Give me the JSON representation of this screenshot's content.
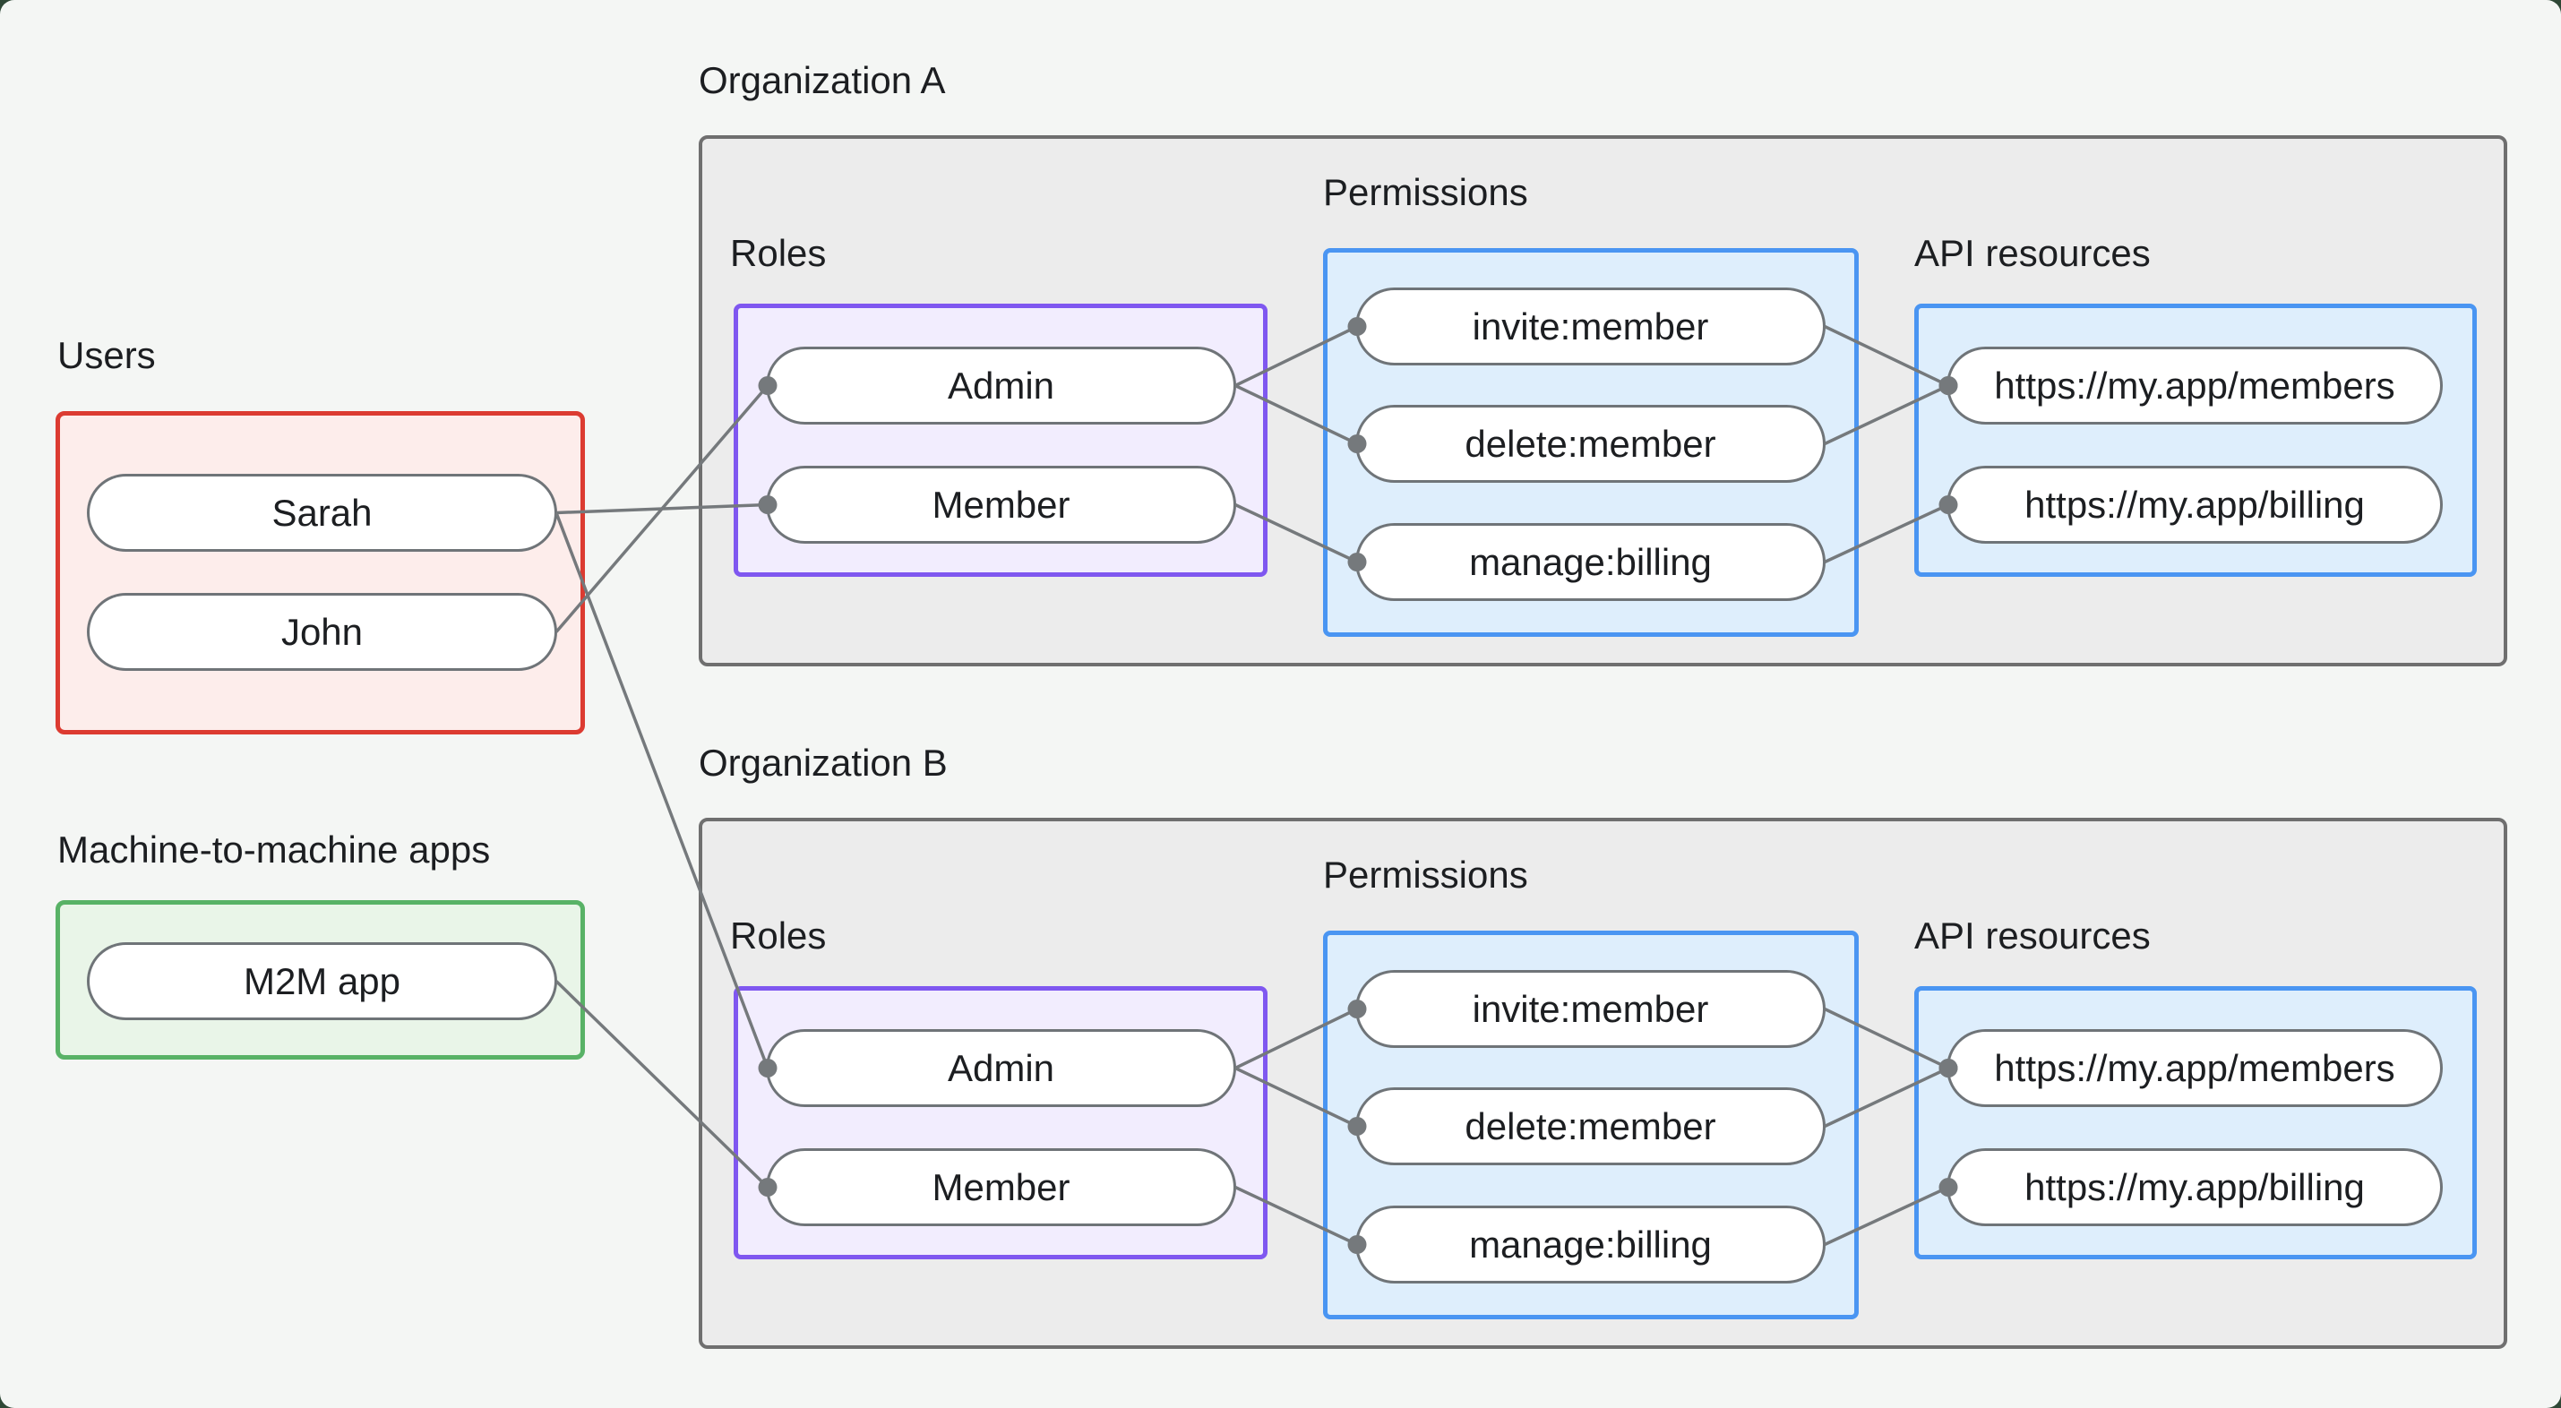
{
  "diagram": {
    "users": {
      "label": "Users",
      "nodes": [
        {
          "id": "sarah",
          "label": "Sarah"
        },
        {
          "id": "john",
          "label": "John"
        }
      ]
    },
    "m2m": {
      "label": "Machine-to-machine apps",
      "nodes": [
        {
          "id": "m2m-app",
          "label": "M2M app"
        }
      ]
    },
    "orgs": [
      {
        "label": "Organization A",
        "roles": {
          "label": "Roles",
          "nodes": [
            {
              "id": "org-a-admin",
              "label": "Admin"
            },
            {
              "id": "org-a-member",
              "label": "Member"
            }
          ]
        },
        "permissions": {
          "label": "Permissions",
          "nodes": [
            {
              "id": "org-a-invite",
              "label": "invite:member"
            },
            {
              "id": "org-a-delete",
              "label": "delete:member"
            },
            {
              "id": "org-a-manage",
              "label": "manage:billing"
            }
          ]
        },
        "api_resources": {
          "label": "API resources",
          "nodes": [
            {
              "id": "org-a-members",
              "label": "https://my.app/members"
            },
            {
              "id": "org-a-billing",
              "label": "https://my.app/billing"
            }
          ]
        }
      },
      {
        "label": "Organization B",
        "roles": {
          "label": "Roles",
          "nodes": [
            {
              "id": "org-b-admin",
              "label": "Admin"
            },
            {
              "id": "org-b-member",
              "label": "Member"
            }
          ]
        },
        "permissions": {
          "label": "Permissions",
          "nodes": [
            {
              "id": "org-b-invite",
              "label": "invite:member"
            },
            {
              "id": "org-b-delete",
              "label": "delete:member"
            },
            {
              "id": "org-b-manage",
              "label": "manage:billing"
            }
          ]
        },
        "api_resources": {
          "label": "API resources",
          "nodes": [
            {
              "id": "org-b-members",
              "label": "https://my.app/members"
            },
            {
              "id": "org-b-billing",
              "label": "https://my.app/billing"
            }
          ]
        }
      }
    ],
    "edges": [
      [
        "sarah",
        "org-a-member"
      ],
      [
        "john",
        "org-a-admin"
      ],
      [
        "sarah",
        "org-b-admin"
      ],
      [
        "m2m-app",
        "org-b-member"
      ],
      [
        "org-a-admin",
        "org-a-invite"
      ],
      [
        "org-a-admin",
        "org-a-delete"
      ],
      [
        "org-a-member",
        "org-a-manage"
      ],
      [
        "org-a-invite",
        "org-a-members"
      ],
      [
        "org-a-delete",
        "org-a-members"
      ],
      [
        "org-a-manage",
        "org-a-billing"
      ],
      [
        "org-b-admin",
        "org-b-invite"
      ],
      [
        "org-b-admin",
        "org-b-delete"
      ],
      [
        "org-b-member",
        "org-b-manage"
      ],
      [
        "org-b-invite",
        "org-b-members"
      ],
      [
        "org-b-delete",
        "org-b-members"
      ],
      [
        "org-b-manage",
        "org-b-billing"
      ]
    ]
  },
  "colors": {
    "bg": "#f4f6f4",
    "corner_bg": "#2f4836",
    "text": "#1c1e21",
    "org_fill": "#ececec",
    "org_border": "#6f6f6f",
    "users_fill": "#fdedeb",
    "users_border": "#dc3b31",
    "m2m_fill": "#e9f5e8",
    "m2m_border": "#58b266",
    "roles_fill": "#f2edfe",
    "roles_border": "#7f57f0",
    "blue_fill": "#deeefc",
    "blue_border": "#4a95f2",
    "pill_fill": "#ffffff",
    "pill_border": "#6f7478",
    "line": "#75797c"
  }
}
